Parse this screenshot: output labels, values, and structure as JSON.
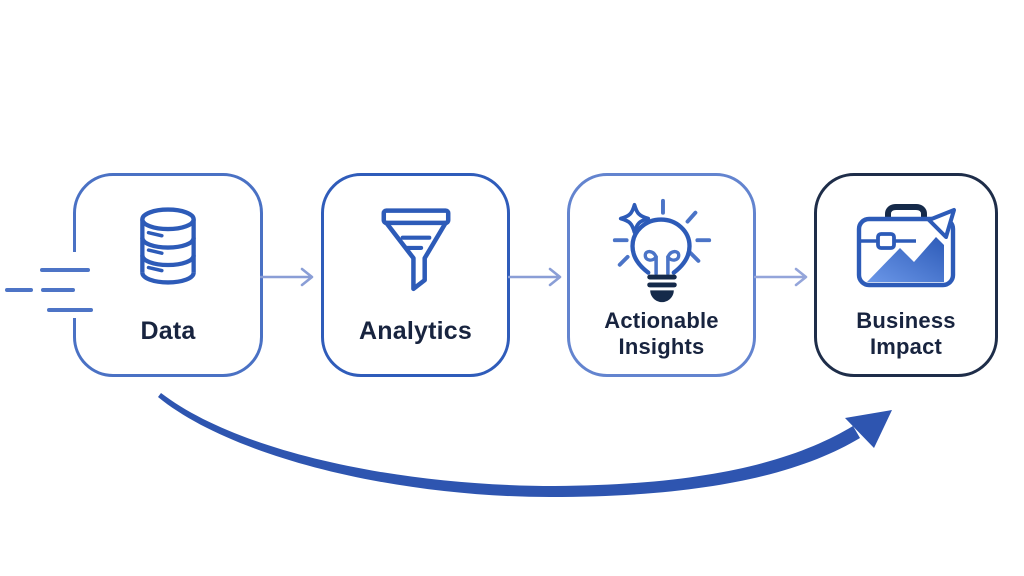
{
  "flow": {
    "steps": [
      {
        "label": "Data",
        "icon": "database-icon"
      },
      {
        "label": "Analytics",
        "icon": "funnel-icon"
      },
      {
        "label": "Actionable Insights",
        "line1": "Actionable",
        "line2": "Insights",
        "icon": "lightbulb-icon"
      },
      {
        "label": "Business Impact",
        "line1": "Business",
        "line2": "Impact",
        "icon": "briefcase-growth-icon"
      }
    ],
    "connectors": [
      "arrow-right",
      "arrow-right",
      "arrow-right"
    ],
    "extras": [
      "speed-lines-left",
      "curved-arrow-data-to-impact"
    ],
    "colors": {
      "background": "#ffffff",
      "box1_border": "#4a71c4",
      "box2_border": "#2f5cba",
      "box3_border": "#6384cf",
      "box4_border": "#1e2d49",
      "icon_blue": "#2d5bb8",
      "icon_navy": "#152a4a",
      "label_text": "#18243f",
      "connector_arrow": "#8a9ed6",
      "speed_lines": "#4d74c6",
      "curved_arrow": "#2e55b0"
    }
  }
}
